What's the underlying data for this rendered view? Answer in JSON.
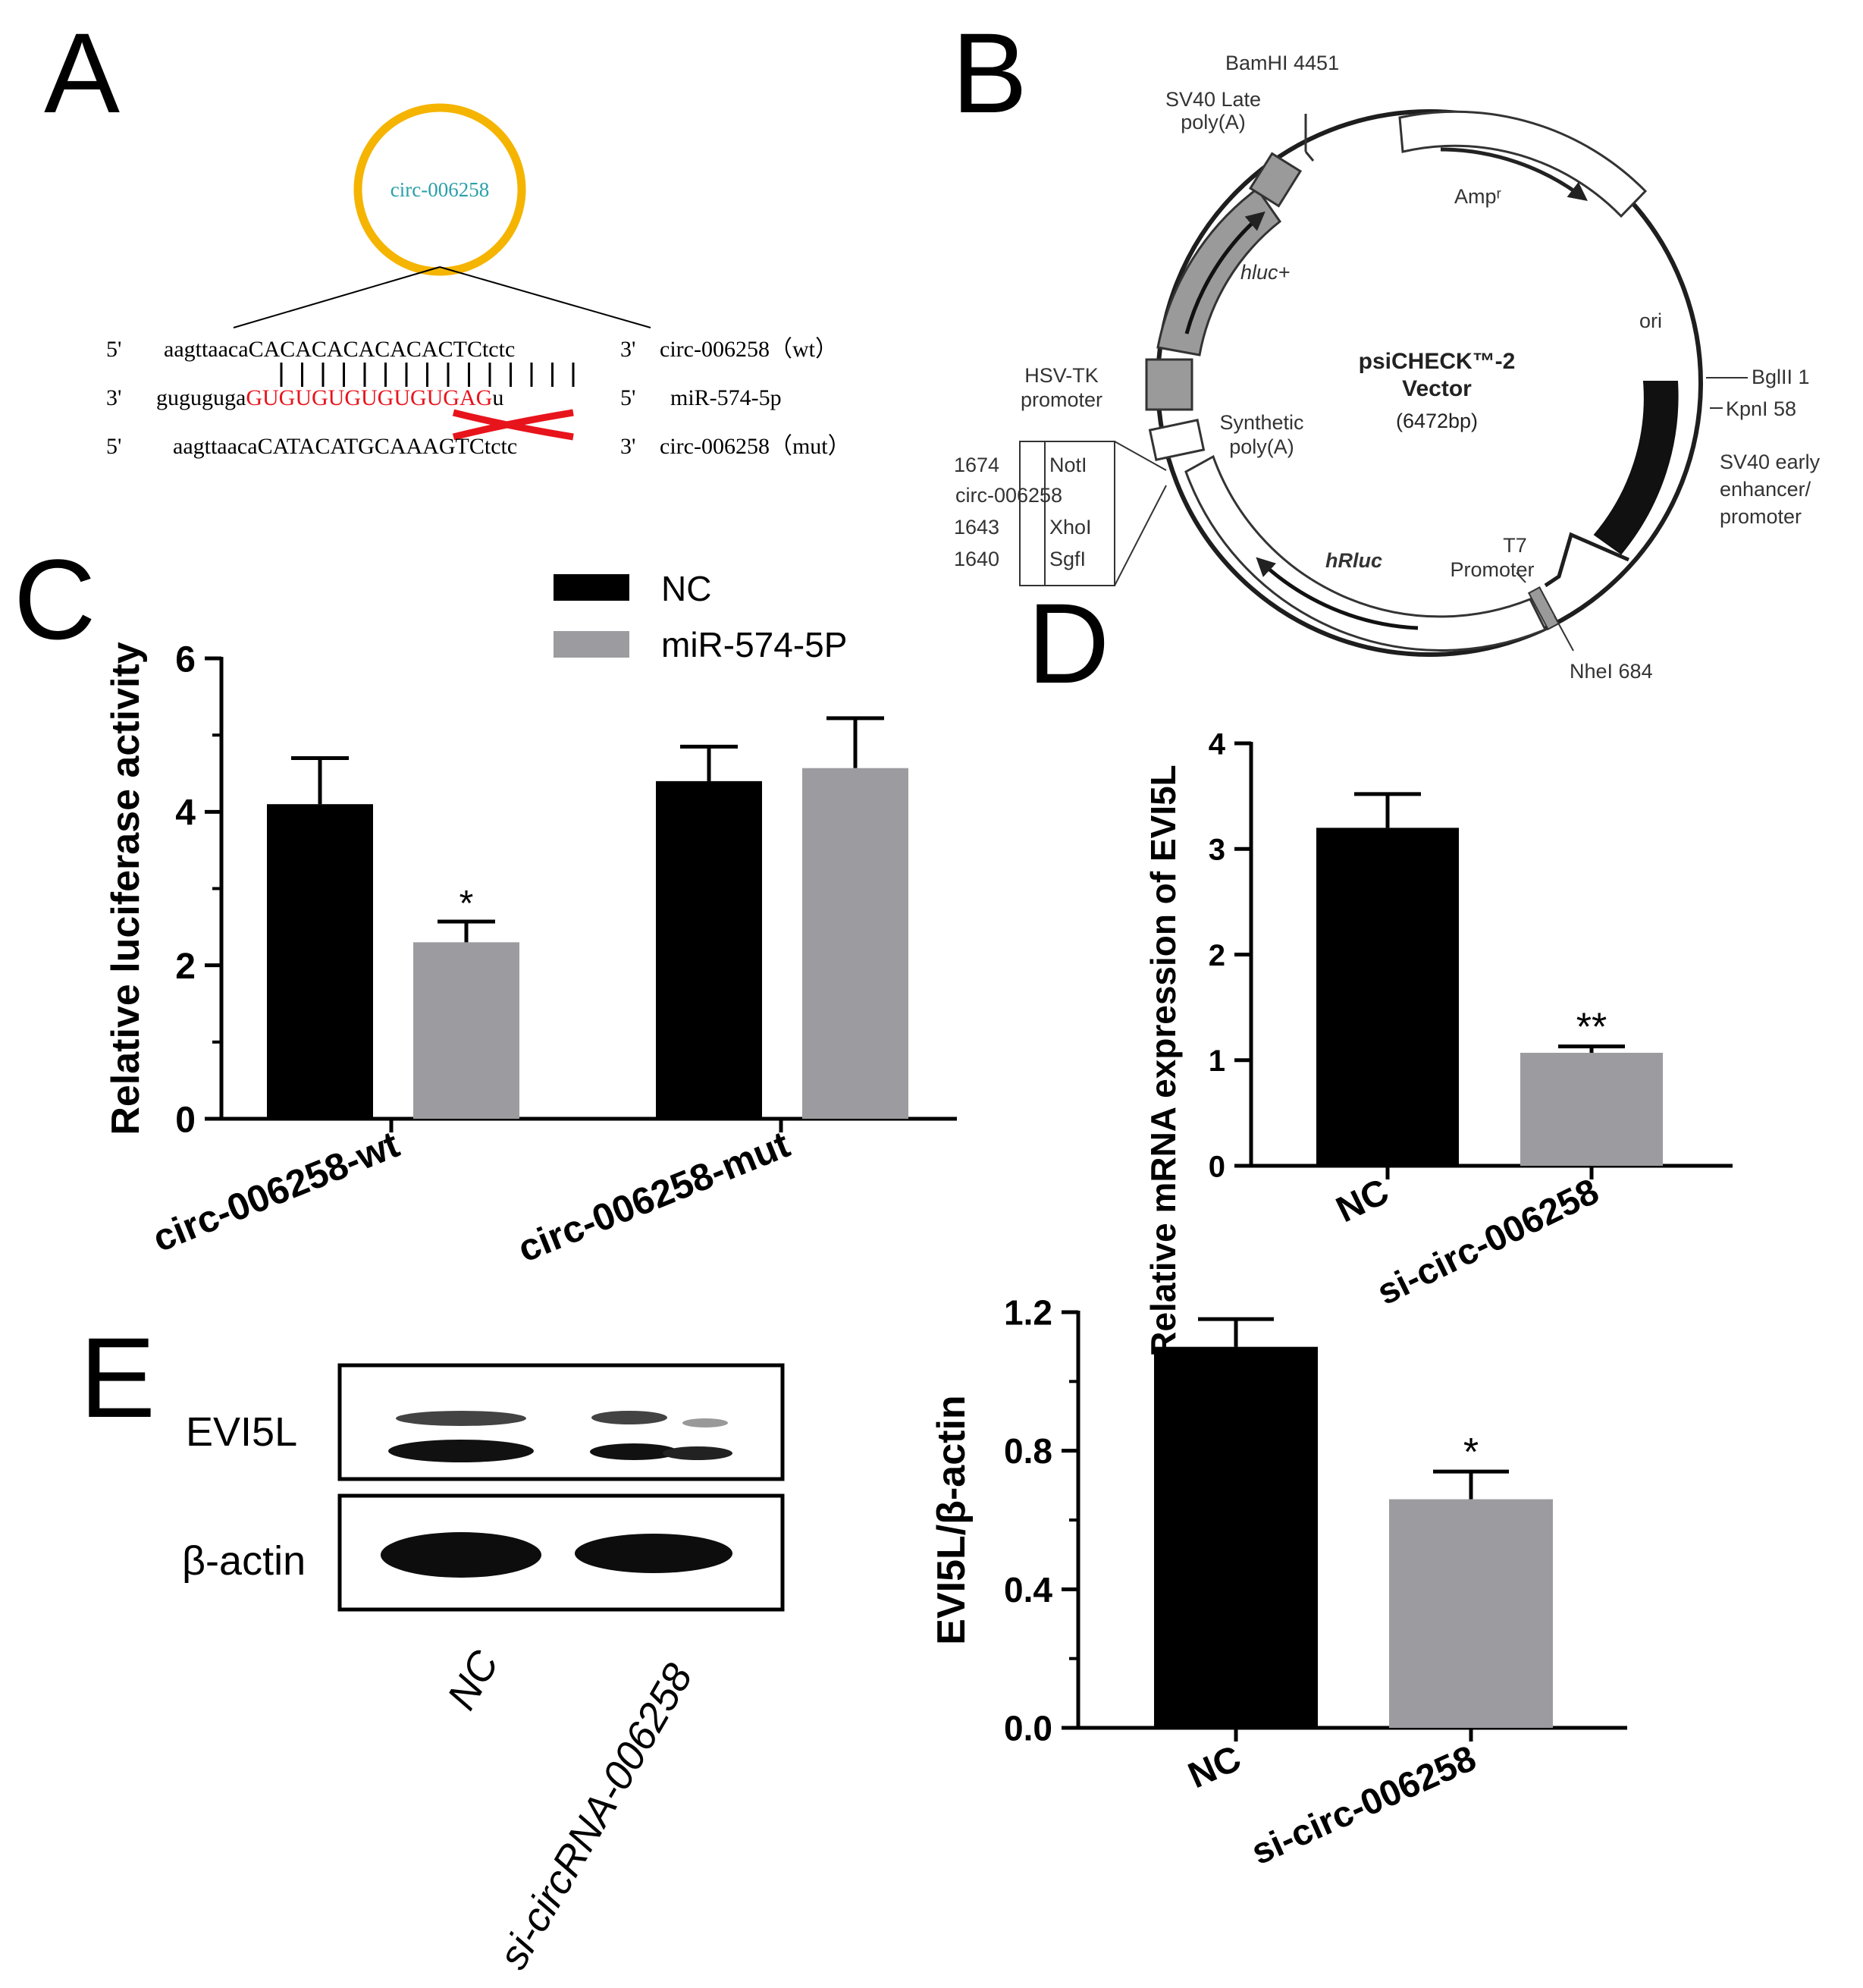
{
  "panels": {
    "a": "A",
    "b": "B",
    "c": "C",
    "d": "D",
    "e": "E"
  },
  "panel_a": {
    "circle_label": "circ-006258",
    "row1": {
      "p5": "5'",
      "seq_lower": "aagttaaca",
      "seq_upper": "CACACACACACACTC",
      "seq_tail": "tctc",
      "p3": "3'",
      "name": "circ-006258（wt）"
    },
    "row2": {
      "p3": "3'",
      "seq_lower": "guguguga",
      "seq_red": "GUGUGUGUGUGUGAG",
      "seq_tail": "u",
      "p5": "5'",
      "name": "miR-574-5p"
    },
    "row3": {
      "p5": "5'",
      "seq_lower": "aagttaaca",
      "seq_upper": "CATACATGCAAAGTC",
      "seq_tail": "tctc",
      "p3": "3'",
      "name": "circ-006258（mut）"
    },
    "colors": {
      "circle": "#f5b400",
      "circle_text": "#2aa0a8",
      "mismatch": "#e8141c"
    }
  },
  "panel_b": {
    "vector_name": "psiCHECK™-2",
    "vector_word": "Vector",
    "vector_size": "(6472bp)",
    "labels": {
      "bamhi": "BamHI 4451",
      "sv40_late_1": "SV40 Late",
      "sv40_late_2": "poly(A)",
      "amp": "Ampʳ",
      "hluc": "hluc+",
      "ori": "ori",
      "bglii": "BglII 1",
      "kpni": "KpnI 58",
      "sv40_early_1": "SV40 early",
      "sv40_early_2": "enhancer/",
      "sv40_early_3": "promoter",
      "hsvtk_1": "HSV-TK",
      "hsvtk_2": "promoter",
      "synth_1": "Synthetic",
      "synth_2": "poly(A)",
      "noti_num": "1674",
      "noti": "NotI",
      "insert": "circ-006258",
      "xhoi_num": "1643",
      "xhoi": "XhoI",
      "sgfi_num": "1640",
      "sgfi": "SgfI",
      "hrluc": "hRluc",
      "t7_1": "T7",
      "t7_2": "Promoter",
      "nhei": "NheI 684"
    }
  },
  "blot": {
    "labels": {
      "evi5l": "EVI5L",
      "actin": "β-actin"
    },
    "lanes": [
      "NC",
      "si-circRNA-006258"
    ]
  },
  "chart_data": [
    {
      "id": "C",
      "type": "bar",
      "categories": [
        "circ-006258-wt",
        "circ-006258-mut"
      ],
      "series": [
        {
          "name": "NC",
          "values": [
            4.1,
            4.4
          ],
          "errors": [
            0.6,
            0.45
          ],
          "color": "#000000"
        },
        {
          "name": "miR-574-5P",
          "values": [
            2.3,
            4.57
          ],
          "errors": [
            0.27,
            0.65
          ],
          "color": "#9c9ca0"
        }
      ],
      "significance": [
        {
          "category": 0,
          "series": 1,
          "mark": "*"
        }
      ],
      "ylabel": "Relative luciferase activity",
      "ylim": [
        0,
        6
      ],
      "yticks": [
        "0",
        "2",
        "4",
        "6"
      ],
      "legend": "top-right"
    },
    {
      "id": "D",
      "type": "bar",
      "categories": [
        "NC",
        "si-circ-006258"
      ],
      "values": [
        3.2,
        1.07
      ],
      "errors": [
        0.32,
        0.06
      ],
      "colors": [
        "#000000",
        "#9c9ca0"
      ],
      "significance": [
        {
          "category": 1,
          "mark": "**"
        }
      ],
      "ylabel": "Relative mRNA expression of EVI5L",
      "ylim": [
        0,
        4
      ],
      "yticks": [
        "0",
        "1",
        "2",
        "3",
        "4"
      ]
    },
    {
      "id": "E",
      "type": "bar",
      "categories": [
        "NC",
        "si-circ-006258"
      ],
      "values": [
        1.1,
        0.66
      ],
      "errors": [
        0.08,
        0.08
      ],
      "colors": [
        "#000000",
        "#9c9ca0"
      ],
      "significance": [
        {
          "category": 1,
          "mark": "*"
        }
      ],
      "ylabel": "EVI5L/β-actin",
      "ylim": [
        0,
        1.2
      ],
      "yticks": [
        "0.0",
        "0.4",
        "0.8",
        "1.2"
      ]
    }
  ]
}
